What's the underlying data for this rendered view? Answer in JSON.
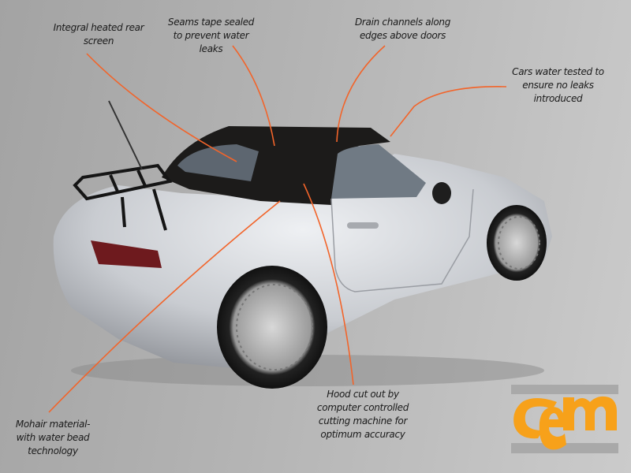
{
  "annotations": {
    "rear_screen": "Integral heated rear screen",
    "seams": "Seams tape sealed to prevent water leaks",
    "drain": "Drain channels along edges above doors",
    "water_tested": "Cars water tested to ensure no leaks introduced",
    "mohair": "Mohair material- with water bead technology",
    "hood_cut": "Hood cut out by computer controlled cutting machine for optimum accuracy"
  },
  "logo": {
    "text": "cem",
    "color": "#f7a11a",
    "bars_color": "#a9a9a9"
  },
  "colors": {
    "leader_line": "#f2642a",
    "hood": "#1c1b1a",
    "body": "#d4d6da"
  }
}
